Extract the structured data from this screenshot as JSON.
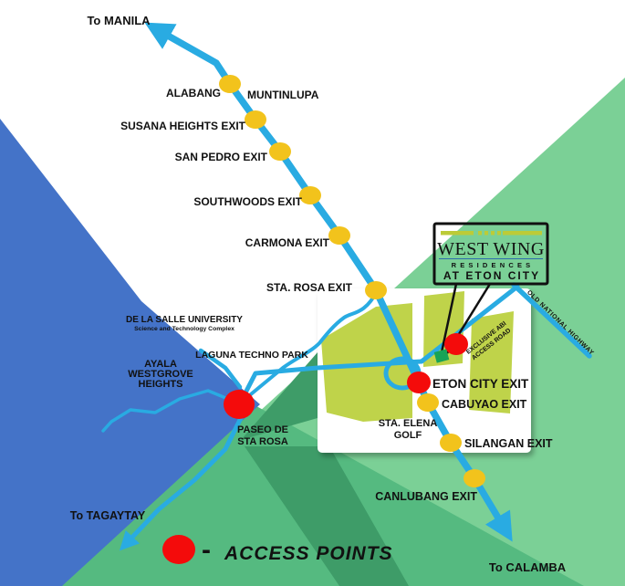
{
  "directions": {
    "manila": "To MANILA",
    "tagaytay": "To TAGAYTAY",
    "calamba": "To CALAMBA"
  },
  "exits": [
    {
      "label": "ALABANG"
    },
    {
      "label": "MUNTINLUPA"
    },
    {
      "label": "SUSANA HEIGHTS EXIT"
    },
    {
      "label": "SAN PEDRO EXIT"
    },
    {
      "label": "SOUTHWOODS EXIT"
    },
    {
      "label": "CARMONA EXIT"
    },
    {
      "label": "STA. ROSA EXIT"
    },
    {
      "label": "ETON CITY EXIT"
    },
    {
      "label": "CABUYAO EXIT"
    },
    {
      "label": "SILANGAN EXIT"
    },
    {
      "label": "CANLUBANG EXIT"
    }
  ],
  "places": {
    "dlsu_line1": "DE LA SALLE UNIVERSITY",
    "dlsu_line2": "Science and Technology Complex",
    "laguna_techno_park": "LAGUNA TECHNO PARK",
    "ayala_line1": "AYALA",
    "ayala_line2": "WESTGROVE",
    "ayala_line3": "HEIGHTS",
    "paseo_line1": "PASEO DE",
    "paseo_line2": "STA ROSA",
    "elena_line1": "STA. ELENA",
    "elena_line2": "GOLF"
  },
  "roads": {
    "old_national_highway": "OLD NATIONAL HIGHWAY",
    "access_road_line1": "EXCLUSIVE ABI",
    "access_road_line2": "ACCESS ROAD"
  },
  "logo": {
    "title": "WEST WING",
    "subtitle": "RESIDENCES",
    "tagline": "AT ETON CITY"
  },
  "legend": {
    "dash": "-",
    "label": "ACCESS POINTS"
  },
  "colors": {
    "background": "#FFFFFF",
    "blue_triangle": "#4473C8",
    "light_green": "#7BD096",
    "medium_green": "#55BA80",
    "dark_green": "#3E9C68",
    "highway_blue": "#29ABE2",
    "parcel_green": "#BFD34A",
    "exit_dot_yellow": "#F2C31C",
    "access_point_red": "#F40B0B",
    "access_square_green": "#17A357",
    "logo_blue": "#2E6EAC",
    "logo_bar_green": "#BCCB37",
    "logo_gold": "#CDD84F",
    "logo_navy": "#16294E",
    "label_black": "#111111"
  }
}
